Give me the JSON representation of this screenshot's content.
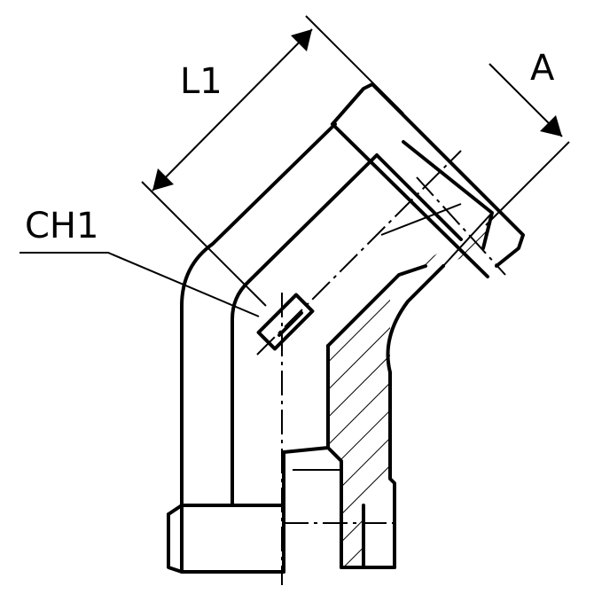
{
  "labels": {
    "length": "L1",
    "thread": "A",
    "hex": "CH1"
  },
  "colors": {
    "line": "#000000",
    "background": "#ffffff"
  }
}
